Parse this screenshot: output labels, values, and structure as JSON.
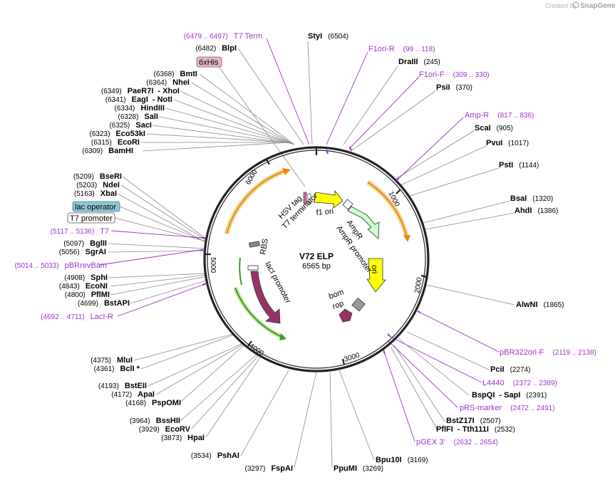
{
  "branding": {
    "created_by": "Created by",
    "app": "SnapGene"
  },
  "plasmid": {
    "name": "V72 ELP",
    "size": "6565 bp"
  },
  "ticks": [
    "1000",
    "2000",
    "3000",
    "4000",
    "5000",
    "6000"
  ],
  "features": {
    "hsv_tag": "HSV tag",
    "t7_terminator": "T7 terminator",
    "f1_ori": "f1 ori",
    "ampr": "AmpR",
    "ampr_promoter": "AmpR promoter",
    "ori": "ori",
    "bom": "bom",
    "rop": "rop",
    "laci": "lacI",
    "laci_promoter": "lacI promoter",
    "rbs": "RBS"
  },
  "boxed": {
    "his": "6xHis",
    "lac_operator": "lac operator",
    "t7_promoter": "T7 promoter"
  },
  "sites": [
    {
      "name": "StyI",
      "pos": "(6504)"
    },
    {
      "name": "DraIII",
      "pos": "(245)"
    },
    {
      "name": "PsiI",
      "pos": "(370)"
    },
    {
      "name": "ScaI",
      "pos": "(905)"
    },
    {
      "name": "PvuI",
      "pos": "(1017)"
    },
    {
      "name": "PstI",
      "pos": "(1144)"
    },
    {
      "name": "BsaI",
      "pos": "(1320)"
    },
    {
      "name": "AhdI",
      "pos": "(1386)"
    },
    {
      "name": "AlwNI",
      "pos": "(1865)"
    },
    {
      "name": "PciI",
      "pos": "(2274)"
    },
    {
      "name": "BspQI",
      "pos": "(2391)",
      "alt": "SapI"
    },
    {
      "name": "BstZ17I",
      "pos": "(2507)"
    },
    {
      "name": "PflFI",
      "pos": "(2532)",
      "alt": "Tth111I"
    },
    {
      "name": "Bpu10I",
      "pos": "(3169)"
    },
    {
      "name": "PpuMI",
      "pos": "(3269)"
    },
    {
      "name": "FspAI",
      "pos": "(3297)"
    },
    {
      "name": "PshAI",
      "pos": "(3534)"
    },
    {
      "name": "HpaI",
      "pos": "(3873)"
    },
    {
      "name": "EcoRV",
      "pos": "(3929)"
    },
    {
      "name": "BssHII",
      "pos": "(3964)"
    },
    {
      "name": "PspOMI",
      "pos": "(4168)"
    },
    {
      "name": "ApaI",
      "pos": "(4172)"
    },
    {
      "name": "BstEII",
      "pos": "(4193)"
    },
    {
      "name": "BclI *",
      "pos": "(4361)"
    },
    {
      "name": "MluI",
      "pos": "(4375)"
    },
    {
      "name": "BstAPI",
      "pos": "(4699)"
    },
    {
      "name": "PflMI",
      "pos": "(4800)"
    },
    {
      "name": "EcoNI",
      "pos": "(4843)"
    },
    {
      "name": "SphI",
      "pos": "(4908)"
    },
    {
      "name": "SgrAI",
      "pos": "(5056)"
    },
    {
      "name": "BglII",
      "pos": "(5097)"
    },
    {
      "name": "XbaI",
      "pos": "(5163)"
    },
    {
      "name": "NdeI",
      "pos": "(5203)"
    },
    {
      "name": "BseRI",
      "pos": "(5209)"
    },
    {
      "name": "BamHI",
      "pos": "(6309)"
    },
    {
      "name": "EcoRI",
      "pos": "(6315)"
    },
    {
      "name": "Eco53kI",
      "pos": "(6323)"
    },
    {
      "name": "SacI",
      "pos": "(6325)"
    },
    {
      "name": "SalI",
      "pos": "(6328)"
    },
    {
      "name": "HindIII",
      "pos": "(6334)"
    },
    {
      "name": "EagI",
      "pos": "(6341)",
      "alt": "NotI"
    },
    {
      "name": "PaeR7I",
      "pos": "(6349)",
      "alt": "XhoI"
    },
    {
      "name": "NheI",
      "pos": "(6364)"
    },
    {
      "name": "BmtI",
      "pos": "(6368)"
    },
    {
      "name": "BlpI",
      "pos": "(6482)"
    }
  ],
  "primers": [
    {
      "name": "T7 Term",
      "pos": "(6479 .. 6497)"
    },
    {
      "name": "F1ori-R",
      "pos": "(99 .. 118)"
    },
    {
      "name": "F1ori-F",
      "pos": "(309 .. 330)"
    },
    {
      "name": "Amp-R",
      "pos": "(817 .. 836)"
    },
    {
      "name": "pBR322ori-F",
      "pos": "(2119 .. 2138)"
    },
    {
      "name": "L4440",
      "pos": "(2372 .. 2389)"
    },
    {
      "name": "pRS-marker",
      "pos": "(2472 .. 2491)"
    },
    {
      "name": "pGEX 3'",
      "pos": "(2632 .. 2654)"
    },
    {
      "name": "LacI-R",
      "pos": "(4692 .. 4711)"
    },
    {
      "name": "pBRrevBam",
      "pos": "(5014 .. 5033)"
    },
    {
      "name": "T7",
      "pos": "(5117 .. 5136)"
    }
  ]
}
